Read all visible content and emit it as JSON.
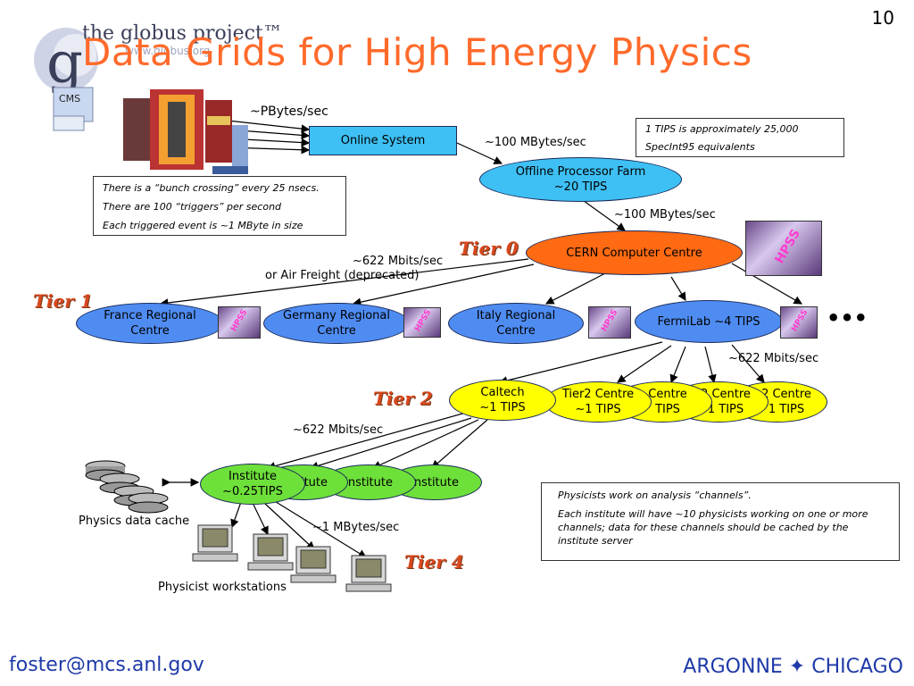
{
  "slide_number": "10",
  "title": "Data Grids for High Energy Physics",
  "logo": {
    "brand": "the globus project™",
    "url": "www.globus.org",
    "icon": "globus-g-logo"
  },
  "cms_label": "CMS",
  "flows": {
    "detector_rate": "~PBytes/sec",
    "online_to_farm": "~100 MBytes/sec",
    "farm_to_cern": "~100 MBytes/sec",
    "cern_to_tier1_line1": "~622 Mbits/sec",
    "cern_to_tier1_line2": "or Air Freight (deprecated)",
    "fermilab_to_tier2": "~622 Mbits/sec",
    "tier2_to_institute": "~622 Mbits/sec",
    "institute_to_workstations": "~1 MBytes/sec"
  },
  "nodes": {
    "online_system": "Online System",
    "offline_farm": [
      "Offline Processor Farm",
      "~20 TIPS"
    ],
    "cern": "CERN Computer Centre",
    "france": [
      "France Regional",
      "Centre"
    ],
    "germany": [
      "Germany Regional",
      "Centre"
    ],
    "italy": [
      "Italy Regional",
      "Centre"
    ],
    "fermilab": "FermiLab ~4 TIPS",
    "caltech": [
      "Caltech",
      "~1 TIPS"
    ],
    "tier2_centre": [
      "Tier2 Centre",
      "~1 TIPS"
    ],
    "tier2_partial_a": [
      "Centre",
      "TIPS"
    ],
    "tier2_partial_b": [
      "2 Centre",
      "1 TIPS"
    ],
    "tier2_partial_c": [
      "2 Centre",
      "1 TIPS"
    ],
    "institute_main": [
      "Institute",
      "~0.25TIPS"
    ],
    "institute_partial_a": "itute",
    "institute_b": "Institute",
    "institute_c": "Institute",
    "physics_cache": "Physics data cache",
    "physicist_workstations": "Physicist workstations",
    "hpss": "HPSS",
    "ellipsis": "•••"
  },
  "tiers": {
    "tier0": "Tier 0",
    "tier1": "Tier 1",
    "tier2": "Tier 2",
    "tier4": "Tier 4"
  },
  "notes": {
    "tips": [
      "1 TIPS is approximately 25,000",
      "SpecInt95 equivalents"
    ],
    "bunch": [
      "There is a “bunch crossing” every 25 nsecs.",
      "There are 100 “triggers” per second",
      "Each triggered event is ~1 MByte in size"
    ],
    "physicists": [
      "Physicists work on analysis “channels”.",
      "Each institute will have ~10 physicists working on one or more channels; data for these channels should be cached by the institute server"
    ]
  },
  "footer": {
    "email": "foster@mcs.anl.gov",
    "org": "ARGONNE ✦ CHICAGO"
  },
  "colors": {
    "title": "#ff6a2b",
    "footer": "#1f3aa8",
    "tier_label": "#d9481e"
  }
}
